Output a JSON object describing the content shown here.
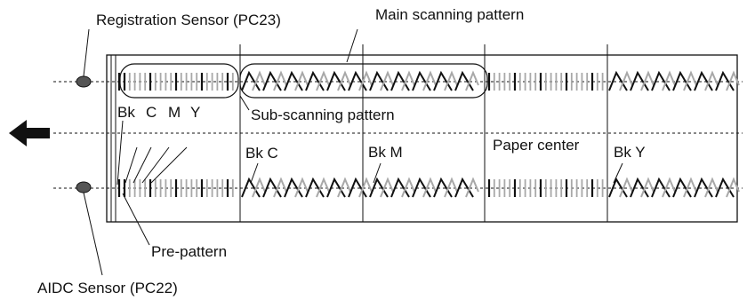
{
  "labels": {
    "registration_sensor": "Registration Sensor (PC23)",
    "main_scanning_pattern": "Main scanning pattern",
    "sub_scanning_pattern": "Sub-scanning pattern",
    "bk": "Bk",
    "c": "C",
    "m": "M",
    "y": "Y",
    "bk_c": "Bk C",
    "bk_m": "Bk M",
    "paper_center": "Paper center",
    "bk_y": "Bk Y",
    "pre_pattern": "Pre-pattern",
    "aidc_sensor": "AIDC Sensor (PC22)"
  },
  "colors": {
    "black_mark": "#111111",
    "gray_mark": "#a8a8a8",
    "sensor_fill": "#555555",
    "line": "#111111"
  },
  "arrow": {
    "direction": "left",
    "icon": "left-arrow-icon"
  }
}
